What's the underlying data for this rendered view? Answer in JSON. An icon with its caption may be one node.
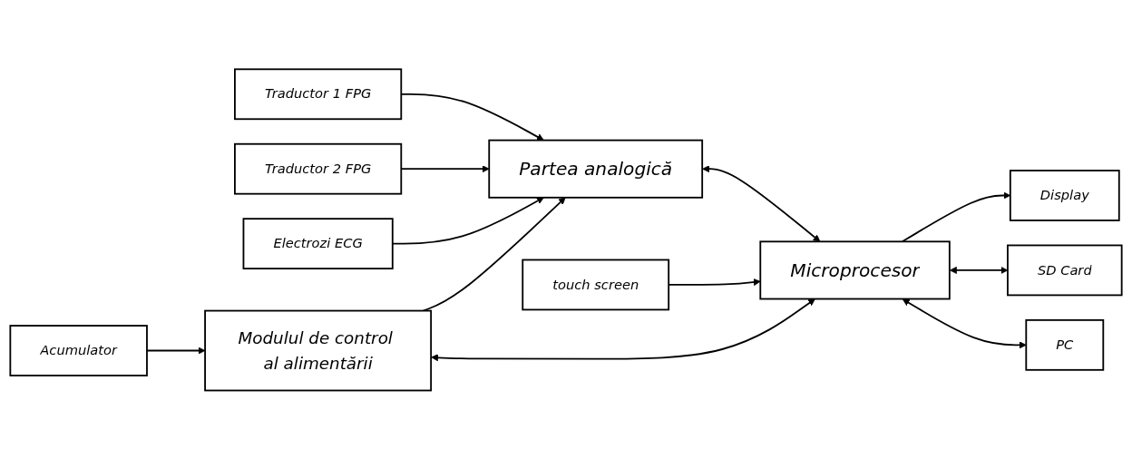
{
  "diagram": {
    "nodes": [
      {
        "text": [
          "Traductor 1 FPG"
        ]
      },
      {
        "text": [
          "Traductor 2 FPG"
        ]
      },
      {
        "text": [
          "Electrozi ECG"
        ]
      },
      {
        "text": [
          "Partea analogică"
        ]
      },
      {
        "text": [
          "Microprocesor"
        ]
      },
      {
        "text": [
          "touch screen"
        ]
      },
      {
        "text": [
          "Display"
        ]
      },
      {
        "text": [
          "SD Card"
        ]
      },
      {
        "text": [
          "PC"
        ]
      },
      {
        "text": [
          "Acumulator"
        ]
      },
      {
        "text": [
          "Modulul de control al alimentării"
        ]
      }
    ],
    "edges": [
      {
        "from": 0,
        "to": 3,
        "arrow": "to"
      },
      {
        "from": 1,
        "to": 3,
        "arrow": "to"
      },
      {
        "from": 2,
        "to": 3,
        "arrow": "to"
      },
      {
        "from": 3,
        "to": 4,
        "arrow": "both"
      },
      {
        "from": 5,
        "to": 4,
        "arrow": "to"
      },
      {
        "from": 4,
        "to": 6,
        "arrow": "to"
      },
      {
        "from": 4,
        "to": 7,
        "arrow": "both"
      },
      {
        "from": 4,
        "to": 8,
        "arrow": "both"
      },
      {
        "from": 9,
        "to": 10,
        "arrow": "to"
      },
      {
        "from": 10,
        "to": 3,
        "arrow": "to"
      },
      {
        "from": 10,
        "to": 4,
        "arrow": "both"
      }
    ]
  }
}
